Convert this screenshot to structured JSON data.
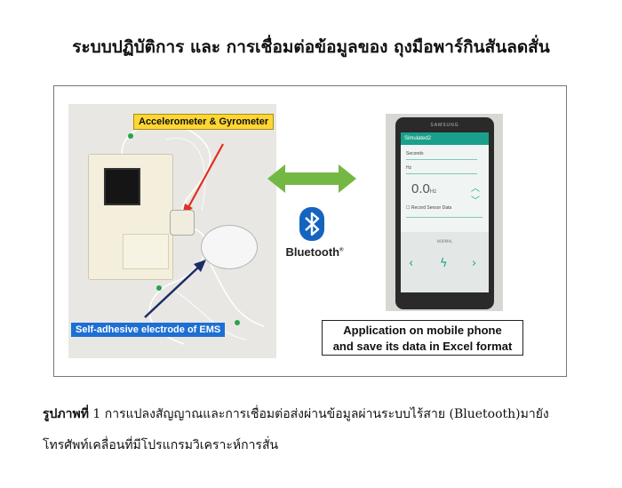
{
  "heading": "ระบบปฏิบัติการ และ การเชื่อมต่อข้อมูลของ ถุงมือพาร์กินสันลดสั่น",
  "figure": {
    "label_sensor": "Accelerometer & Gyrometer",
    "label_electrode": "Self-adhesive electrode of EMS",
    "bluetooth_text": "Bluetooth",
    "bluetooth_mark": "®",
    "phone_brand": "SAMSUNG",
    "app_title": "Simulated2",
    "app_field_1": "Seconds",
    "app_field_2": "Hz",
    "app_value": "0.0",
    "app_unit": "Hz",
    "app_checkbox": "Record Sensor Data",
    "app_mode": "NORMAL",
    "app_caption_line1": "Application on mobile phone",
    "app_caption_line2": "and save its data in Excel format"
  },
  "caption": {
    "label": "รูปภาพที่",
    "number": "1",
    "text_line1": "การแปลงสัญญาณและการเชื่อมต่อส่งผ่านข้อมูลผ่านระบบไร้สาย (Bluetooth)มายัง",
    "text_line2": "โทรศัพท์เคลื่อนที่มีโปรแกรมวิเคราะห์การสั่น"
  },
  "colors": {
    "label_yellow": "#ffd633",
    "label_blue": "#1e6fd2",
    "arrow_green": "#73b843",
    "bluetooth_blue": "#1565c0",
    "app_teal": "#1aa08a",
    "pointer_red": "#e0301e",
    "pointer_navy": "#1d2b66"
  }
}
